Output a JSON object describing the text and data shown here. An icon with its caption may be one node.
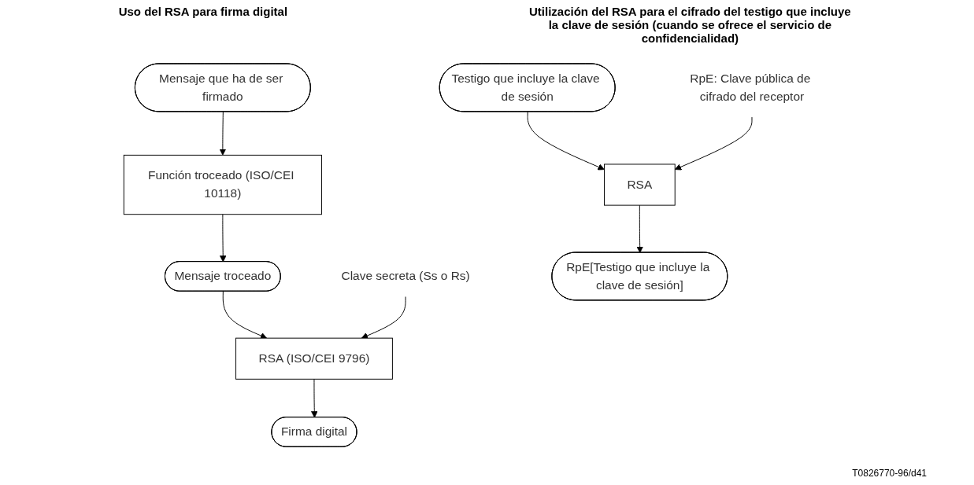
{
  "diagram": {
    "nodes": [
      {
        "text": [
          "Mensaje que ha de ser firmado"
        ]
      },
      {
        "text": [
          "Función troceado (ISO/CEI 10118)"
        ]
      },
      {
        "text": [
          "Mensaje troceado"
        ]
      },
      {
        "text": [
          "RSA (ISO/CEI 9796)"
        ]
      },
      {
        "text": [
          "Firma digital"
        ]
      },
      {
        "text": [
          "Clave secreta (Ss o Rs)"
        ]
      },
      {
        "text": [
          "Testigo que incluye la clave de sesión"
        ]
      },
      {
        "text": [
          "RSA"
        ]
      },
      {
        "text": [
          "RpE: Clave pública de cifrado del receptor"
        ]
      },
      {
        "text": [
          "RpE[Testigo que incluye la clave de sesión]"
        ]
      }
    ],
    "edges": [
      {
        "from": 0,
        "to": 1,
        "arrow": "to"
      },
      {
        "from": 1,
        "to": 2,
        "arrow": "to"
      },
      {
        "from": 2,
        "to": 3,
        "arrow": "to"
      },
      {
        "from": 3,
        "to": 4,
        "arrow": "to"
      },
      {
        "from": 5,
        "to": 3,
        "arrow": "to"
      },
      {
        "from": 6,
        "to": 7,
        "arrow": "to"
      },
      {
        "from": 8,
        "to": 7,
        "arrow": "to"
      },
      {
        "from": 7,
        "to": 9,
        "arrow": "to"
      }
    ],
    "labels": [
      "Uso del RSA para firma digital",
      "Utilización del RSA para el cifrado del testigo que incluye la clave de sesión (cuando se ofrece el servicio de confidencialidad)",
      "T0826770-96/d41"
    ]
  }
}
